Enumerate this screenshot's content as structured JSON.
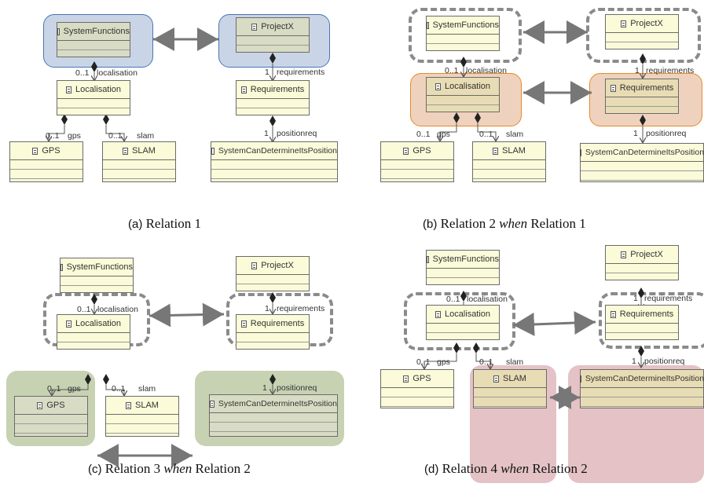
{
  "panels": {
    "a": {
      "letter": "(a)",
      "title": "Relation 1",
      "when": "",
      "rest": ""
    },
    "b": {
      "letter": "(b)",
      "title": "Relation 2",
      "when": "when",
      "rest": "Relation 1"
    },
    "c": {
      "letter": "(c)",
      "title": "Relation 3",
      "when": "when",
      "rest": "Relation 2"
    },
    "d": {
      "letter": "(d)",
      "title": "Relation 4",
      "when": "when",
      "rest": "Relation 2"
    }
  },
  "classes": {
    "system_functions": "SystemFunctions",
    "project_x": "ProjectX",
    "localisation": "Localisation",
    "requirements": "Requirements",
    "gps": "GPS",
    "slam": "SLAM",
    "position": "SystemCanDetermineItsPosition"
  },
  "roles": {
    "localisation_mult": "0..1",
    "localisation": "localisation",
    "requirements_mult": "1",
    "requirements": "requirements",
    "gps_mult": "0..1",
    "gps": "gps",
    "slam_mult": "0..1",
    "slam": "slam",
    "positionreq_mult": "1",
    "positionreq": "positionreq"
  },
  "colors": {
    "blue_highlight": "#c9d5e6",
    "orange_highlight": "#efd2bd",
    "green_highlight": "#c7d2b3",
    "pink_highlight": "#e4c2c6",
    "class_fill": "#fbfbd9"
  }
}
